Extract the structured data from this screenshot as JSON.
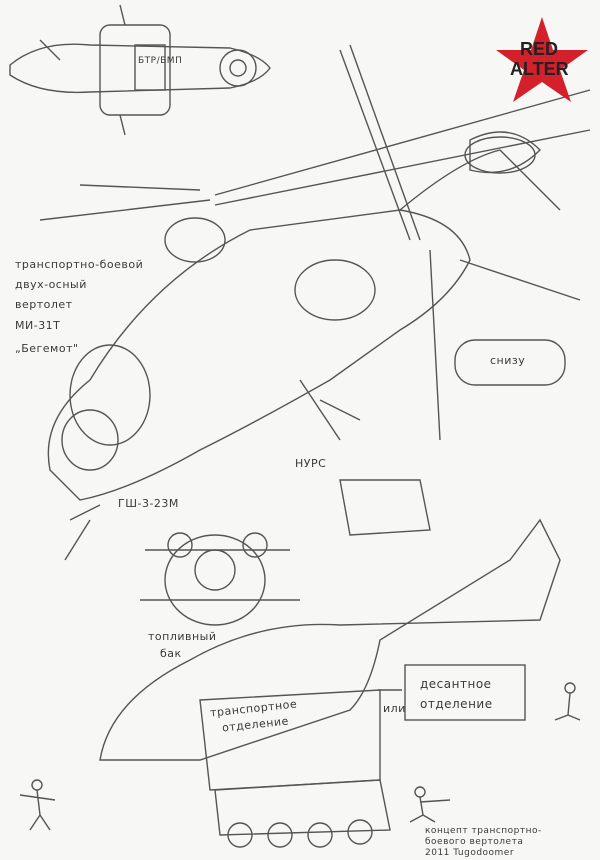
{
  "logo": {
    "line1": "RED",
    "line2": "ALTER",
    "color": "#d4202a"
  },
  "labels": {
    "top_view_hatch": "БТР/БМП",
    "title_lines": [
      "транспортно-боевой",
      "двух-осный",
      "вертолет",
      "МИ-31Т",
      "„Бегемот\""
    ],
    "bottom_view": "снизу",
    "rockets": "НУРС",
    "gun": "ГШ-3-23М",
    "fuel_tank": [
      "топливный",
      "бак"
    ],
    "transport_compartment": [
      "транспортное",
      "отделение"
    ],
    "or": "или",
    "troop_compartment": [
      "десантное",
      "отделение"
    ],
    "credits": [
      "концепт транспортно-",
      "боевого вертолета",
      "2011 Tugodoomer"
    ]
  }
}
